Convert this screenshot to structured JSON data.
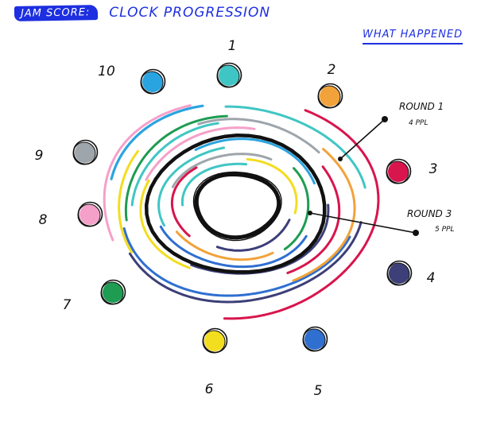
{
  "header": {
    "badge": "JAM SCORE:",
    "title": "CLOCK PROGRESSION",
    "link": "WHAT HAPPENED"
  },
  "participants": [
    {
      "number": "1",
      "color": "#3fc6c4"
    },
    {
      "number": "2",
      "color": "#f2a23a"
    },
    {
      "number": "3",
      "color": "#d8154d"
    },
    {
      "number": "4",
      "color": "#3c3f78"
    },
    {
      "number": "5",
      "color": "#2f6fd0"
    },
    {
      "number": "6",
      "color": "#f3dd1f"
    },
    {
      "number": "7",
      "color": "#1e9c52"
    },
    {
      "number": "8",
      "color": "#f5a0c9"
    },
    {
      "number": "9",
      "color": "#9ea5ab"
    },
    {
      "number": "10",
      "color": "#2aa4e0"
    }
  ],
  "annotations": {
    "round1": {
      "title": "ROUND 1",
      "detail": "4 PPL"
    },
    "round3": {
      "title": "ROUND 3",
      "detail": "5 PPL"
    }
  }
}
